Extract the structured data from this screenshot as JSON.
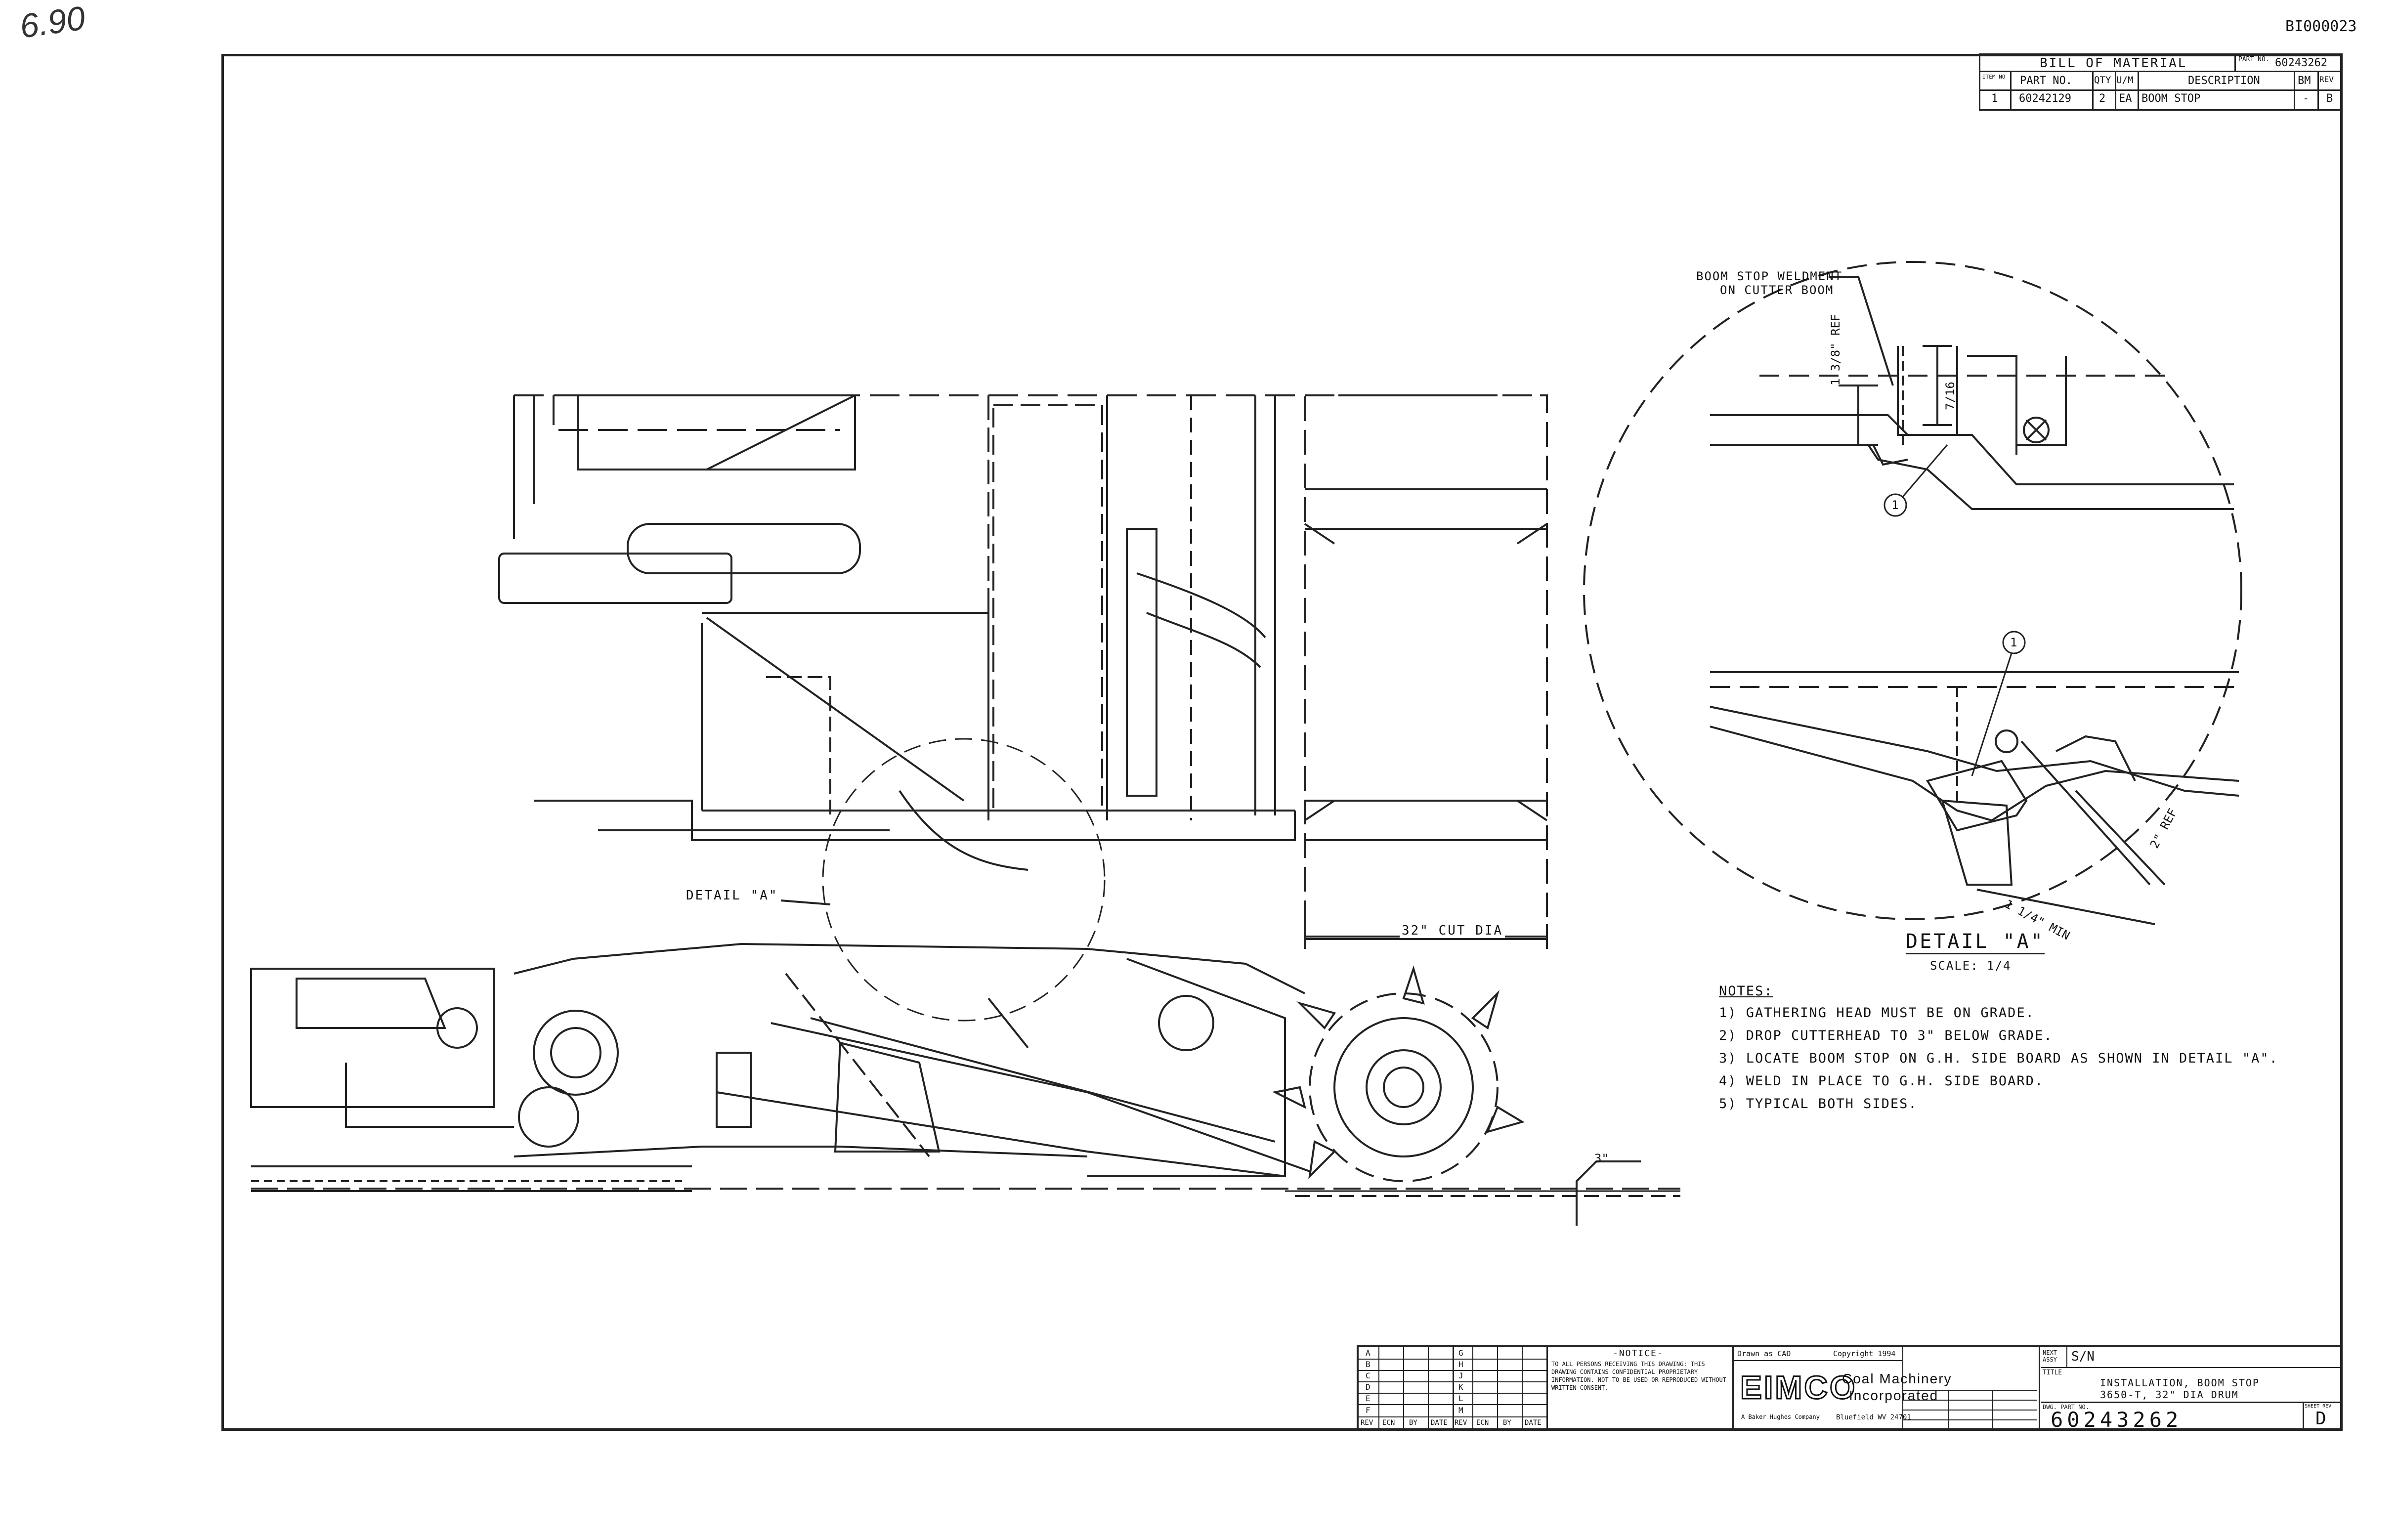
{
  "page": {
    "handwritten_mark": "6.90",
    "doc_id": "BI000023"
  },
  "bom": {
    "title": "BILL OF MATERIAL",
    "part_no_label": "PART NO.",
    "part_no_value": "60243262",
    "headers": {
      "item": "ITEM NO",
      "part_no": "PART NO.",
      "qty": "QTY",
      "um": "U/M",
      "description": "DESCRIPTION",
      "bm": "BM",
      "rev": "REV"
    },
    "rows": [
      {
        "item": "1",
        "part_no": "60242129",
        "qty": "2",
        "um": "EA",
        "description": "BOOM STOP",
        "bm": "-",
        "rev": "B"
      }
    ]
  },
  "callouts": {
    "weldment_line1": "BOOM STOP WELDMENT",
    "weldment_line2": "ON CUTTER BOOM",
    "dim_ref": "1 3/8\" REF",
    "dim_716": "7/16",
    "item_balloon": "1",
    "dim_2ref": "2\" REF",
    "dim_min": "1 1/4\" MIN",
    "detail_ref": "DETAIL \"A\"",
    "cut_dia": "32\" CUT DIA",
    "grade_drop": "3\""
  },
  "detail": {
    "title": "DETAIL \"A\"",
    "scale": "SCALE: 1/4"
  },
  "notes": {
    "heading": "NOTES:",
    "items": [
      "1) GATHERING HEAD MUST BE ON GRADE.",
      "2) DROP CUTTERHEAD TO 3\" BELOW GRADE.",
      "3) LOCATE BOOM STOP ON G.H. SIDE BOARD AS SHOWN IN DETAIL \"A\".",
      "4) WELD IN PLACE TO G.H. SIDE BOARD.",
      "5) TYPICAL BOTH SIDES."
    ]
  },
  "title_block": {
    "rev_labels": [
      "A",
      "B",
      "C",
      "D",
      "E",
      "F"
    ],
    "rev_labels_right": [
      "G",
      "H",
      "J",
      "K",
      "L",
      "M"
    ],
    "rev_footer": [
      "REV",
      "ECN",
      "BY",
      "DATE"
    ],
    "notice_title": "-NOTICE-",
    "notice_text": "TO ALL PERSONS RECEIVING THIS DRAWING: THIS DRAWING CONTAINS CONFIDENTIAL PROPRIETARY INFORMATION. NOT TO BE USED OR REPRODUCED WITHOUT WRITTEN CONSENT.",
    "drawn_as": "Drawn as CAD",
    "copyright": "Copyright 1994",
    "company_logo": "EIMCO",
    "company_line1": "Coal Machinery",
    "company_line2": "Incorporated",
    "company_sub": "A Baker Hughes Company",
    "company_city": "Bluefield WV 24701",
    "next_assy_label": "NEXT ASSY",
    "sn_label": "S/N",
    "title_label": "TITLE",
    "title_line1": "INSTALLATION, BOOM STOP",
    "title_line2": "3650-T, 32\" DIA DRUM",
    "dwg_no_label": "DWG. PART NO.",
    "dwg_no": "60243262",
    "sheet_rev_label": "SHEET REV",
    "sheet_rev": "D"
  }
}
